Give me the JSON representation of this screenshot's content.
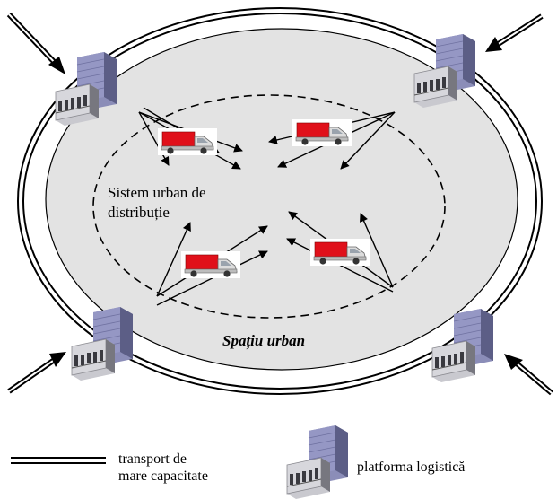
{
  "inner_area": {
    "line1": "Sistem urban de",
    "line2": "distribuție"
  },
  "outer_area": {
    "label": "Spațiu urban"
  },
  "legend": {
    "transport_line1": "transport de",
    "transport_line2": "mare capacitate",
    "platform_label": "platforma logistică"
  },
  "colors": {
    "ellipse_fill": "#e3e3e3",
    "truck_cargo": "#e0101a",
    "building": "#7d7fa8"
  },
  "icons": [
    "logistics-platform-icon",
    "delivery-truck-icon",
    "double-line-icon"
  ]
}
